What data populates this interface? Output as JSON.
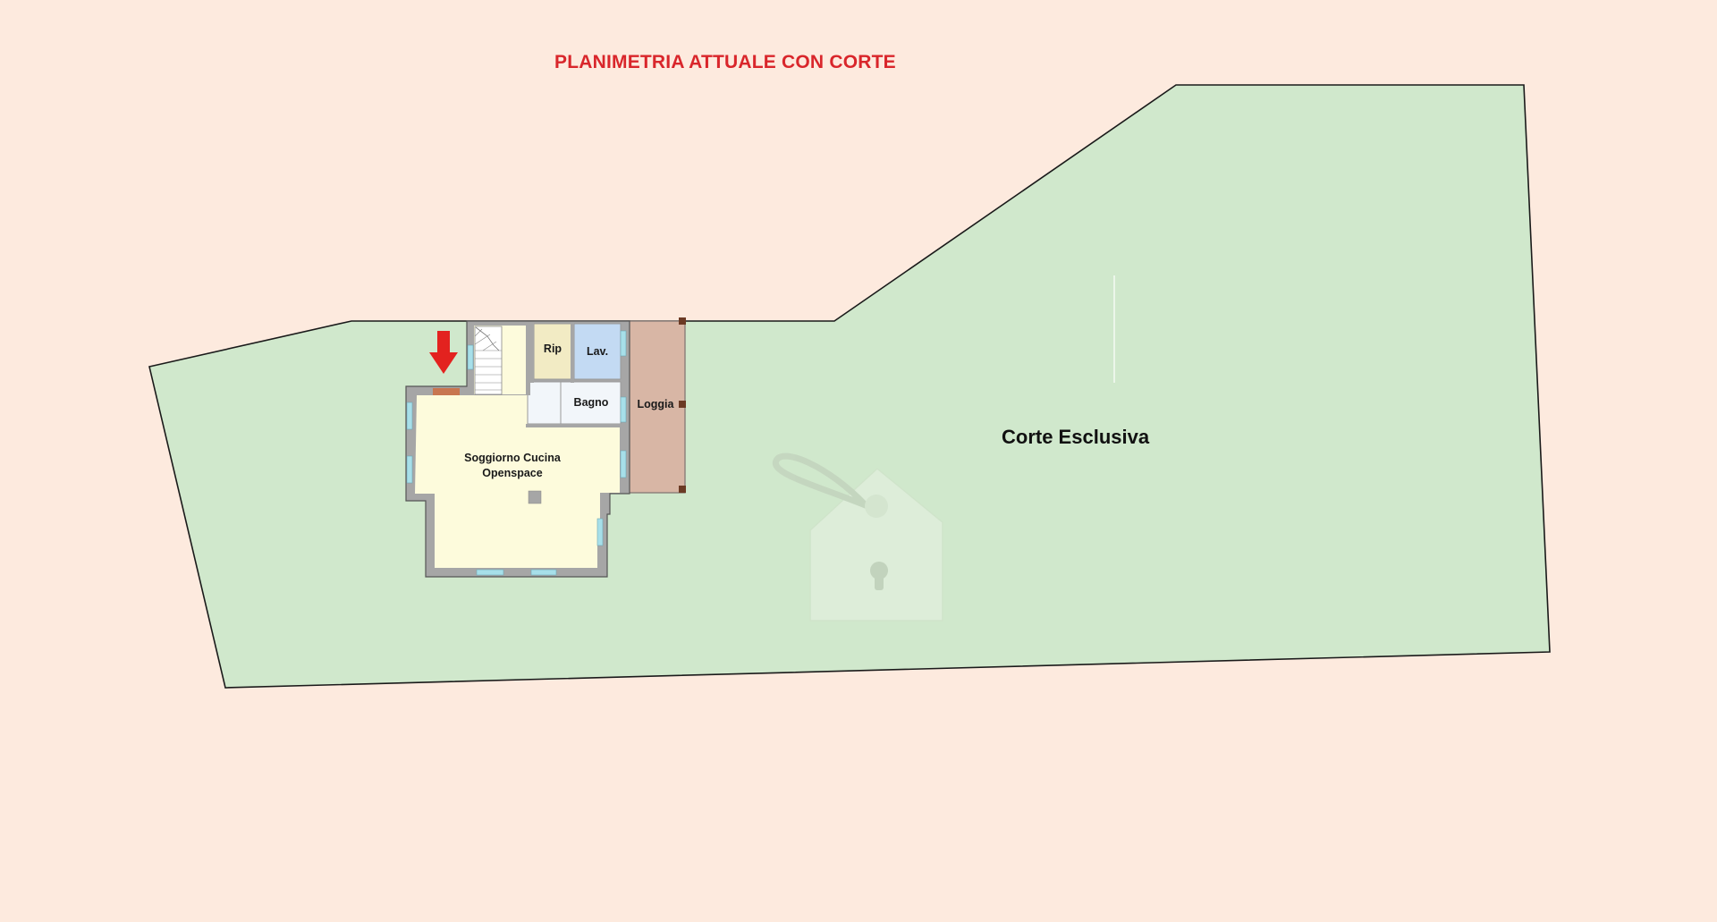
{
  "title": "PLANIMETRIA ATTUALE CON CORTE",
  "rooms": {
    "rip": "Rip",
    "lav": "Lav.",
    "bagno": "Bagno",
    "loggia": "Loggia",
    "soggiorno_line1": "Soggiorno Cucina",
    "soggiorno_line2": "Openspace"
  },
  "garden_label": "Corte Esclusiva",
  "colors": {
    "background": "#fdeade",
    "garden": "#d0e8cc",
    "title": "#d9262b",
    "living": "#fdfbdc",
    "rip": "#f2ebc4",
    "lav": "#c3daf3",
    "bagno": "#f2f6fa",
    "loggia": "#d8b6a5",
    "wall": "#a6a6a6",
    "arrow": "#e3221f"
  },
  "icons": {
    "entrance": "red-down-arrow-icon",
    "watermark": "house-key-watermark-icon"
  }
}
